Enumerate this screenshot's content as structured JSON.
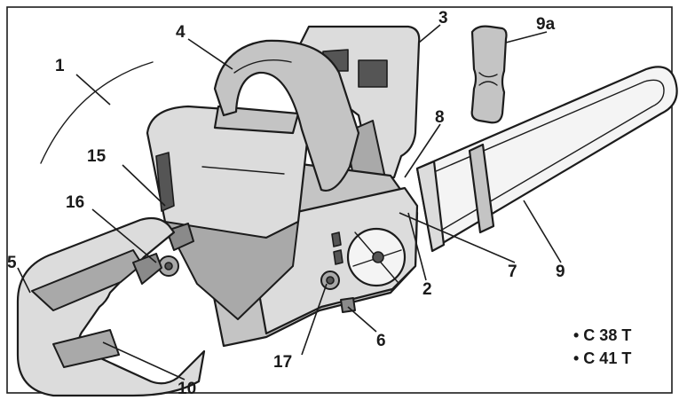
{
  "callouts": {
    "c1": "1",
    "c2": "2",
    "c3": "3",
    "c4": "4",
    "c5": "5",
    "c6": "6",
    "c7": "7",
    "c8": "8",
    "c9": "9",
    "c9a": "9a",
    "c10": "10",
    "c15": "15",
    "c16": "16",
    "c17": "17"
  },
  "models": {
    "m1": "• C 38 T",
    "m2": "• C 41 T"
  }
}
